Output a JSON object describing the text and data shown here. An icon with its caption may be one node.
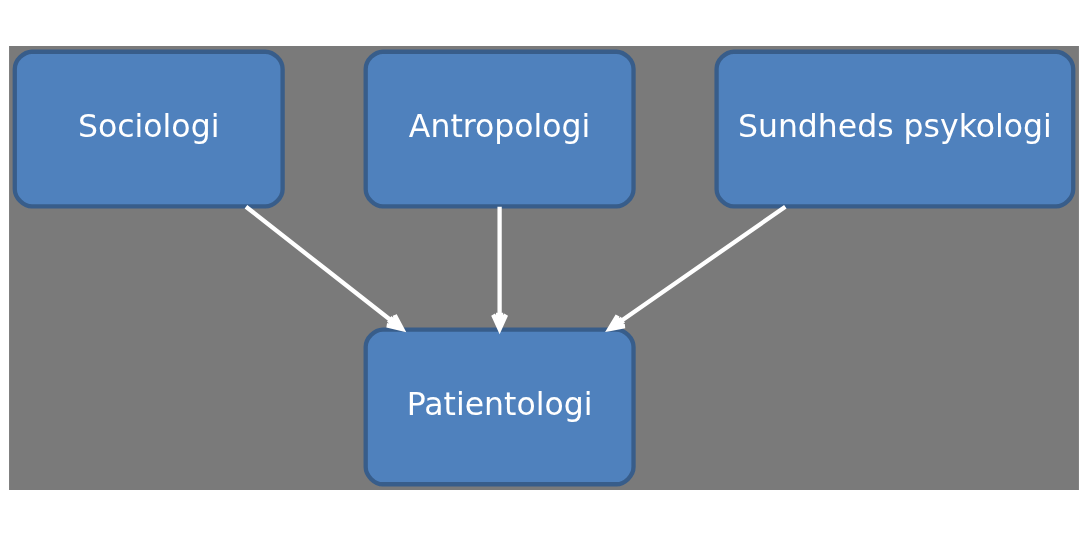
{
  "diagram": {
    "nodes": [
      {
        "text": [
          "Sociologi"
        ]
      },
      {
        "text": [
          "Antropologi"
        ]
      },
      {
        "text": [
          "Sundheds psykologi"
        ]
      },
      {
        "text": [
          "Patientologi"
        ]
      }
    ],
    "edges": [
      {
        "from": 0,
        "to": 3,
        "arrow": "to"
      },
      {
        "from": 1,
        "to": 3,
        "arrow": "to"
      },
      {
        "from": 2,
        "to": 3,
        "arrow": "to"
      }
    ]
  }
}
